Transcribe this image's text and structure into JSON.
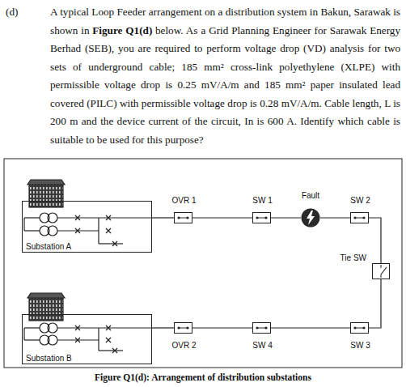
{
  "diagram": {
    "caption": "Figure Q1(d): Arrangement of distribution substations",
    "nodes": [
      {
        "text": [
          "Substation A"
        ]
      },
      {
        "text": [
          "OVR 1"
        ]
      },
      {
        "text": [
          "SW 1"
        ]
      },
      {
        "text": [
          "Fault"
        ]
      },
      {
        "text": [
          "SW 2"
        ]
      },
      {
        "text": [
          "Tie SW"
        ]
      },
      {
        "text": [
          "Substation B"
        ]
      },
      {
        "text": [
          "OVR 2"
        ]
      },
      {
        "text": [
          "SW 4"
        ]
      },
      {
        "text": [
          "SW 3"
        ]
      }
    ],
    "edges": [
      {
        "from": 0,
        "to": 1,
        "arrow": "none"
      },
      {
        "from": 1,
        "to": 2,
        "arrow": "none"
      },
      {
        "from": 2,
        "to": 3,
        "arrow": "none"
      },
      {
        "from": 3,
        "to": 4,
        "arrow": "none"
      },
      {
        "from": 4,
        "to": 5,
        "arrow": "none"
      },
      {
        "from": 5,
        "to": 9,
        "arrow": "none"
      },
      {
        "from": 9,
        "to": 8,
        "arrow": "none"
      },
      {
        "from": 8,
        "to": 7,
        "arrow": "none"
      },
      {
        "from": 7,
        "to": 6,
        "arrow": "none"
      }
    ],
    "labels": [
      "(d)",
      "A typical Loop Feeder arrangement on a distribution system in Bakun, Sarawak is shown in",
      "Figure Q1(d)",
      "below. As a Grid Planning Engineer for Sarawak Energy Berhad (SEB), you are required to perform voltage drop (VD) analysis for two sets of underground cable; 185 mm² cross-link polyethylene (XLPE) with permissible voltage drop is 0.25 mV/A/m and 185 mm² paper insulated lead covered (PILC) with permissible voltage drop is 0.28 mV/A/m. Cable length, L is 200 m and the device current of the circuit, In is 600 A. Identify which cable is suitable to be used for this purpose?"
    ]
  }
}
